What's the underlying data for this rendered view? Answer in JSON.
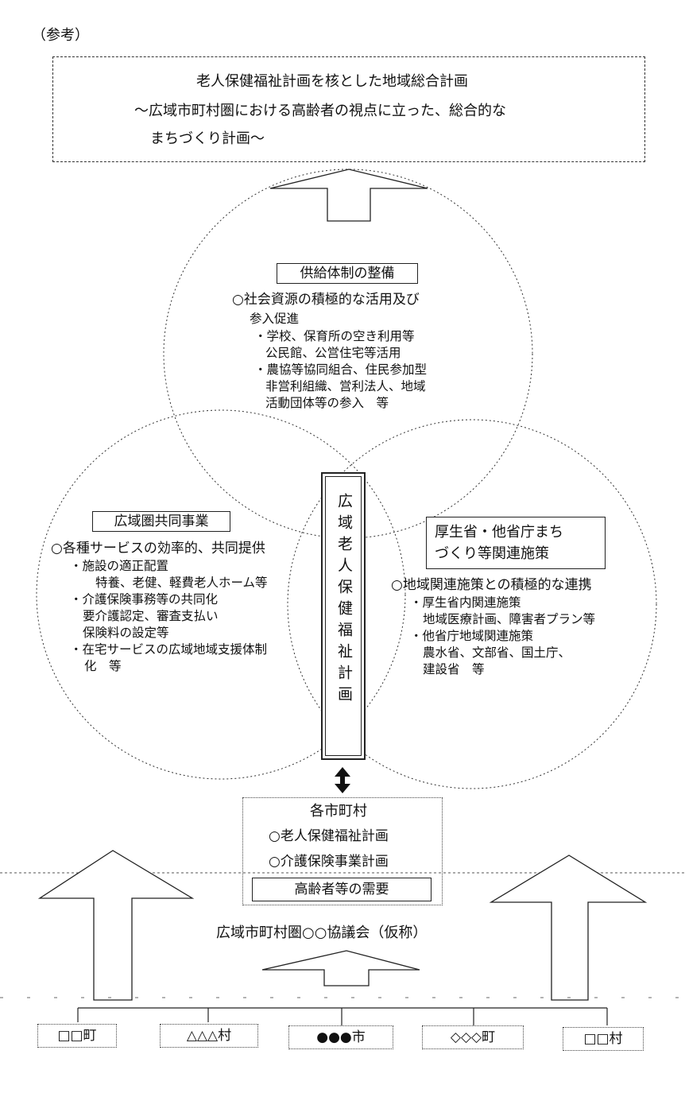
{
  "ref_label": "（参考）",
  "top_box": {
    "line1": "老人保健福祉計画を核とした地域総合計画",
    "line2": "～広域市町村圏における高齢者の視点に立った、総合的な",
    "line3": "まちづくり計画～"
  },
  "circle_top": {
    "title": "供給体制の整備",
    "lines": [
      "○社会資源の積極的な活用及び",
      "参入促進",
      "・学校、保育所の空き利用等",
      "公民館、公営住宅等活用",
      "・農協等協同組合、住民参加型",
      "非営利組織、営利法人、地域",
      "活動団体等の参入　等"
    ]
  },
  "circle_left": {
    "title": "広域圏共同事業",
    "lines": [
      "○各種サービスの効率的、共同提供",
      "・施設の適正配置",
      "特養、老健、軽費老人ホーム等",
      "・介護保険事務等の共同化",
      "要介護認定、審査支払い",
      "保険料の設定等",
      "・在宅サービスの広域地域支援体制",
      "化　等"
    ]
  },
  "circle_right": {
    "title_line1": "厚生省・他省庁まち",
    "title_line2": "づくり等関連施策",
    "lines": [
      "○地域関連施策との積極的な連携",
      "・厚生省内関連施策",
      "地域医療計画、障害者プラン等",
      "・他省庁地域関連施策",
      "農水省、文部省、国土庁、",
      "建設省　等"
    ]
  },
  "center_vertical": "広域老人保健福祉計画",
  "municipal_box": {
    "title": "各市町村",
    "item1": "○老人保健福祉計画",
    "item2": "○介護保険事業計画",
    "needs": "高齢者等の需要"
  },
  "council": "広域市町村圏○○協議会（仮称）",
  "towns": [
    "□□町",
    "△△△村",
    "●●●市",
    "◇◇◇町",
    "□□村"
  ]
}
